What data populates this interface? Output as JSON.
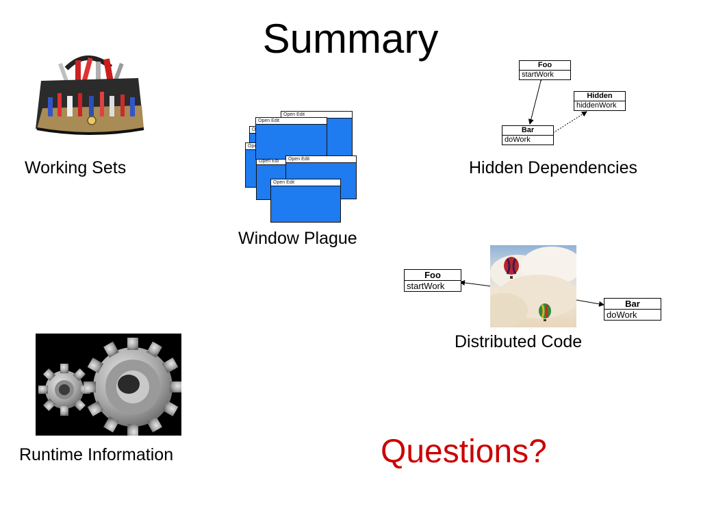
{
  "slide": {
    "title": "Summary",
    "questions": "Questions?",
    "colors": {
      "questions": "#cc0000",
      "window_blue": "#1e7bf0"
    }
  },
  "working_sets": {
    "caption": "Working Sets",
    "image": "toolbag-icon"
  },
  "window_plague": {
    "caption": "Window Plague",
    "window_menu": "Open  Edit",
    "window_menu_short": "Open  Edi"
  },
  "hidden_dependencies": {
    "caption": "Hidden Dependencies",
    "foo": {
      "name": "Foo",
      "op": "startWork"
    },
    "hidden": {
      "name": "Hidden",
      "op": "hiddenWork"
    },
    "bar": {
      "name": "Bar",
      "op": "doWork"
    }
  },
  "distributed_code": {
    "caption": "Distributed Code",
    "foo": {
      "name": "Foo",
      "op": "startWork"
    },
    "bar": {
      "name": "Bar",
      "op": "doWork"
    },
    "image": "cloud-balloons-photo"
  },
  "runtime_information": {
    "caption": "Runtime Information",
    "image": "gears-icon"
  }
}
